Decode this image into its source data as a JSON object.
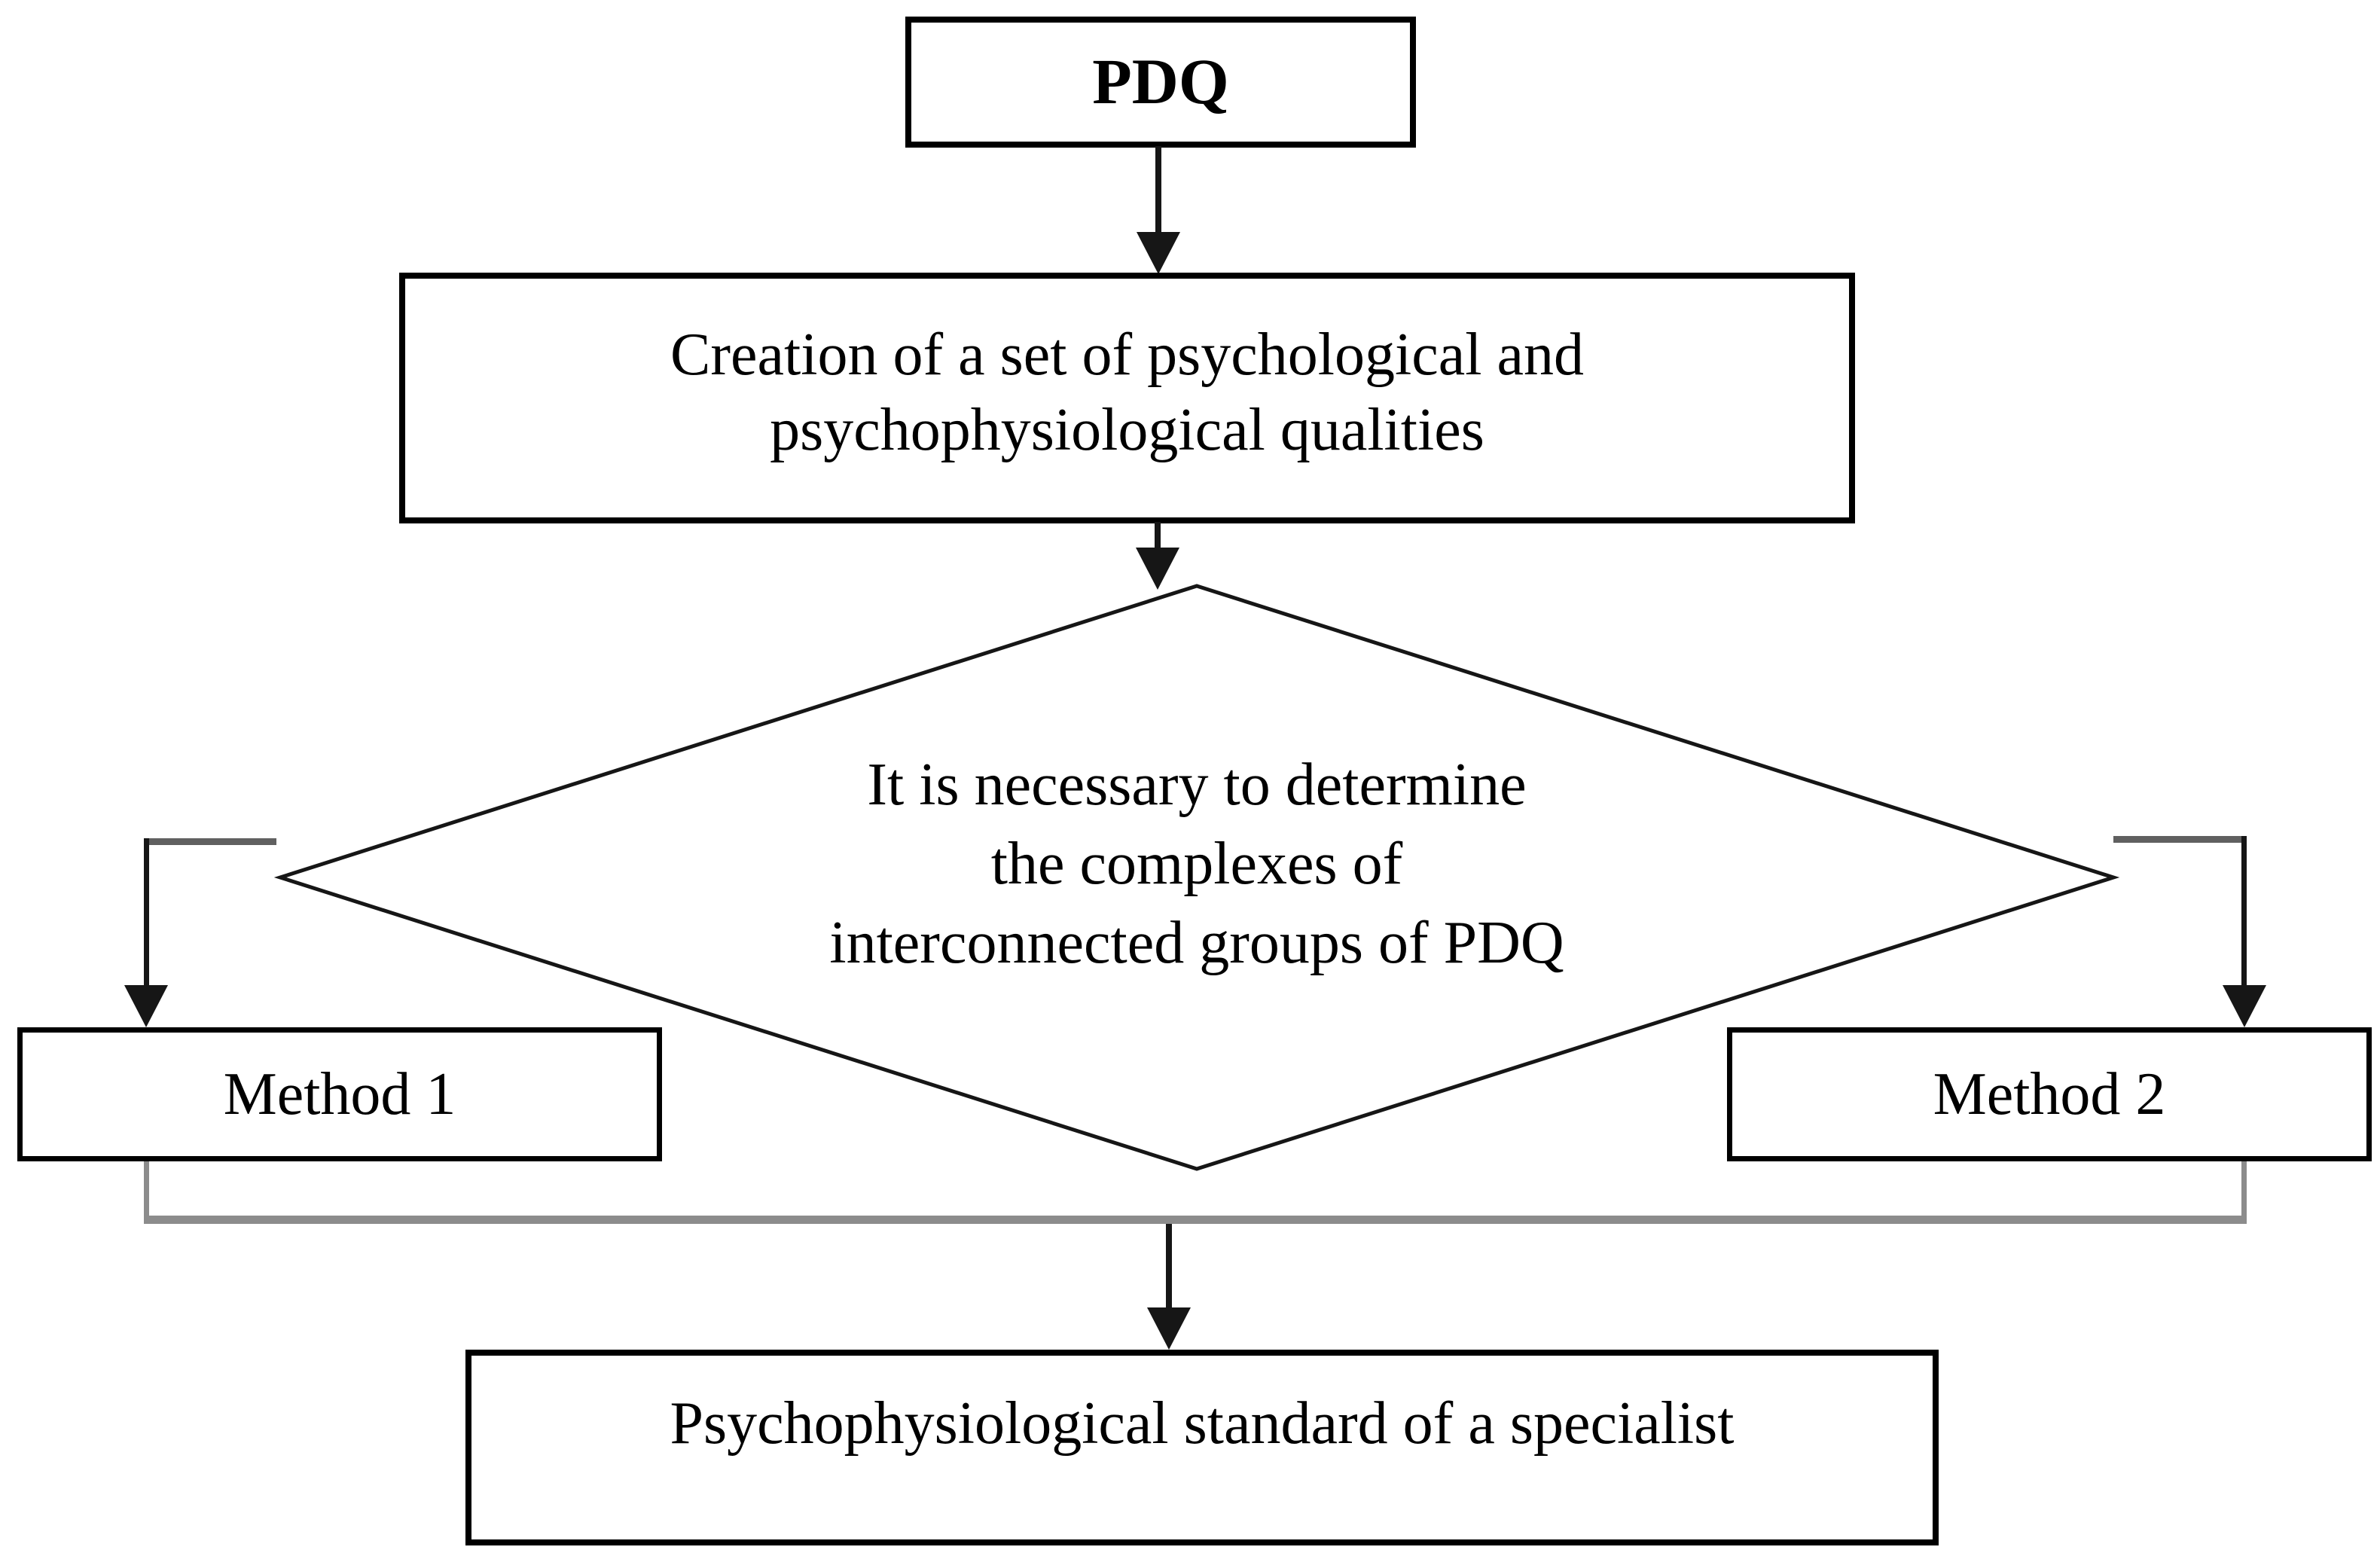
{
  "flowchart": {
    "nodes": {
      "pdq": {
        "label": "PDQ"
      },
      "creation": {
        "lines": [
          "Creation of a set of psychological and",
          "psychophysiological qualities"
        ]
      },
      "decision": {
        "lines": [
          "It is necessary to determine",
          "the complexes of",
          "interconnected groups of PDQ"
        ]
      },
      "method1": {
        "label": "Method 1"
      },
      "method2": {
        "label": "Method 2"
      },
      "standard": {
        "label": "Psychophysiological standard of a specialist"
      }
    },
    "colors": {
      "background": "#ffffff",
      "box_border": "#000000",
      "text": "#000000",
      "arrow_dark": "#161616",
      "connector_gray": "#8c8c8c",
      "stub_gray": "#606060"
    }
  }
}
